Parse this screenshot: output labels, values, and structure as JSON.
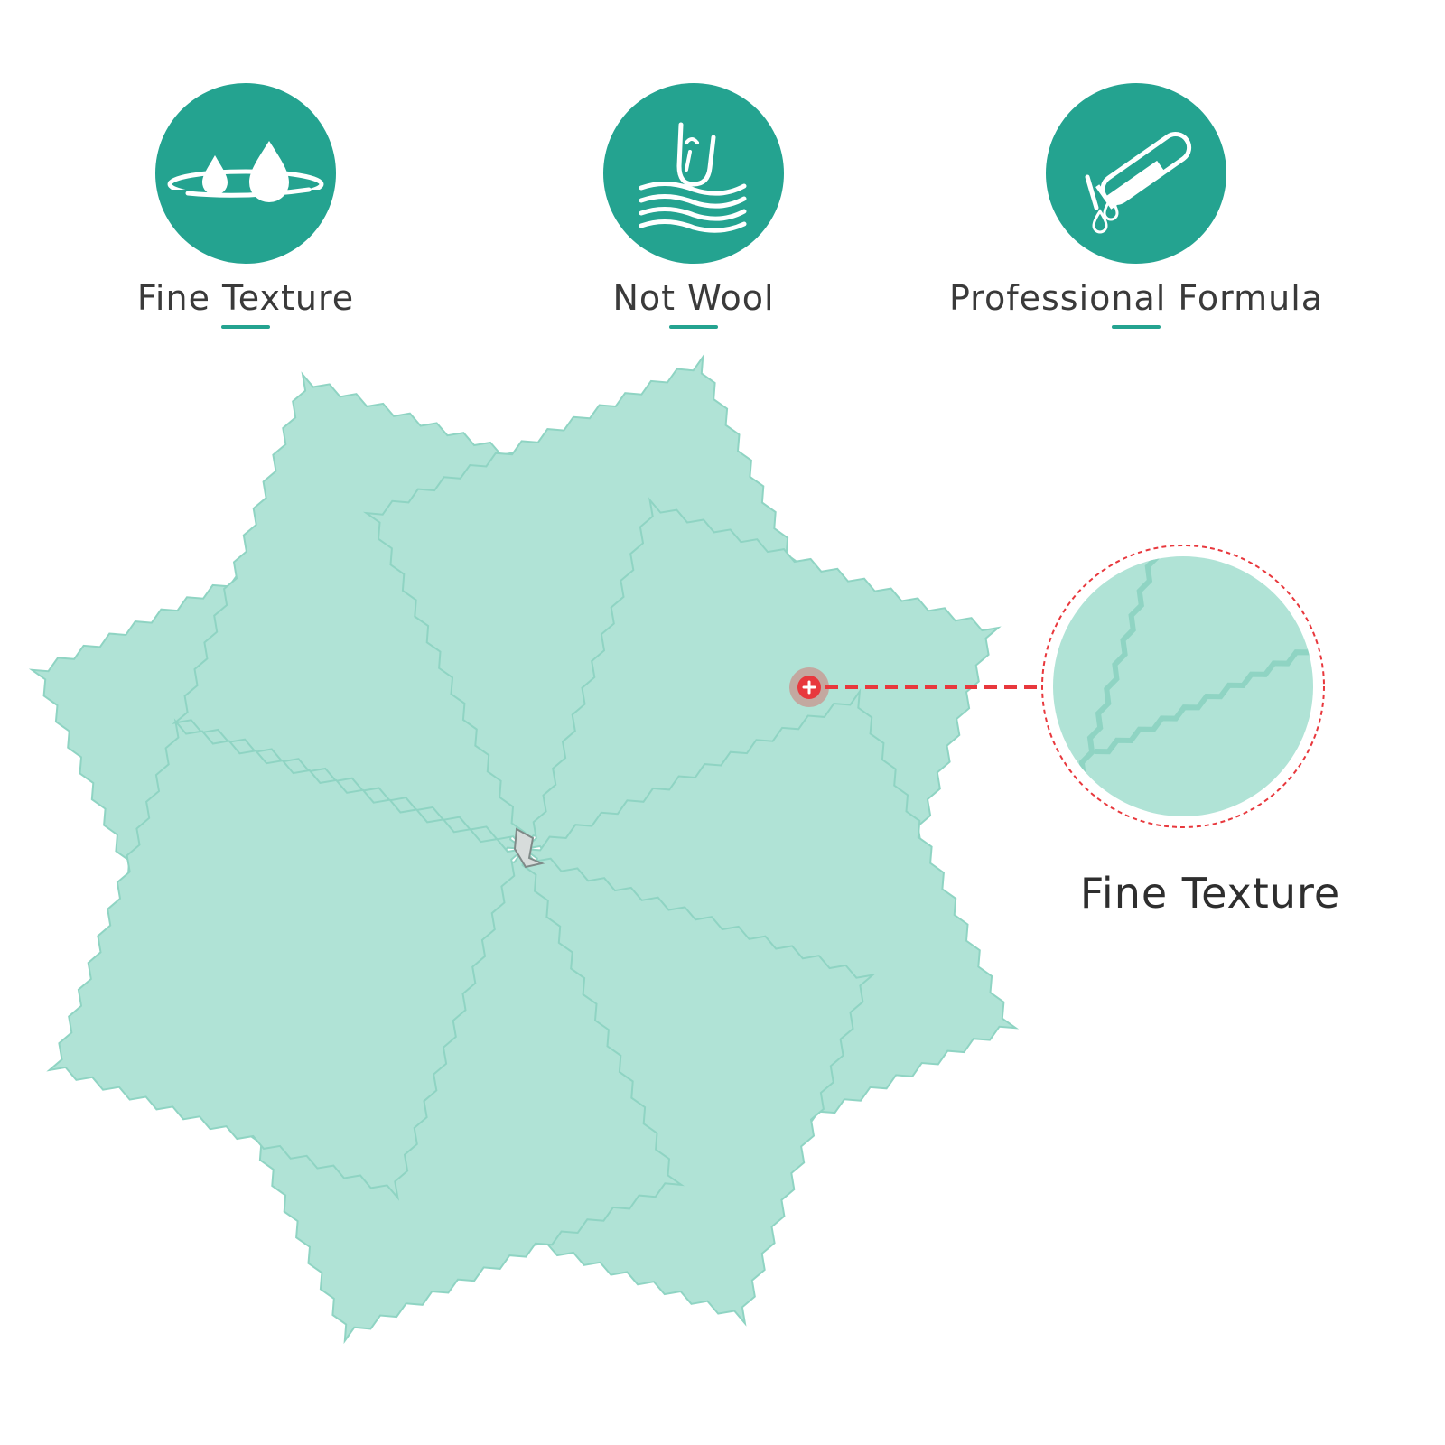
{
  "colors": {
    "accent": "#24a390",
    "cloth": "#b0e3d6",
    "cloth_edge": "#8fd4c3",
    "marker": "#e8383d",
    "text": "#3a3a3a"
  },
  "features": [
    {
      "label": "Fine Texture",
      "icon": "water-drop-icon"
    },
    {
      "label": "Not Wool",
      "icon": "fingertip-fabric-icon"
    },
    {
      "label": "Professional Formula",
      "icon": "test-tube-icon"
    }
  ],
  "callout": {
    "label": "Fine Texture",
    "marker_icon": "plus-marker-icon"
  }
}
